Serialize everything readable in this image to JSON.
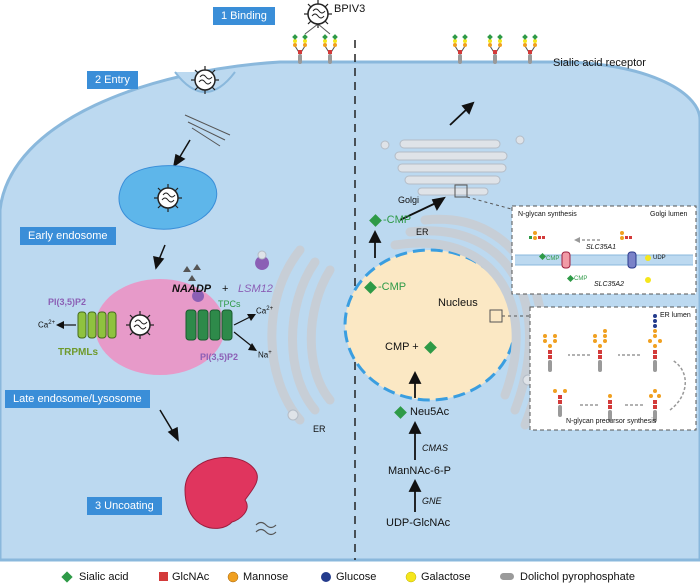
{
  "steps": {
    "binding": "1 Binding",
    "entry": "2 Entry",
    "uncoating": "3 Uncoating",
    "early_endosome": "Early endosome",
    "late_endosome": "Late endosome/Lysosome"
  },
  "labels": {
    "virus": "BPIV3",
    "receptor": "Sialic acid receptor",
    "pi35p2_top": "PI(3,5)P2",
    "pi35p2_bottom": "PI(3,5)P2",
    "trpmls": "TRPMLs",
    "tpcs": "TPCs",
    "naadp": "NAADP",
    "plus": "+",
    "lsm12": "LSM12",
    "ca_left": "Ca",
    "ca_left_sup": "2+",
    "ca_right": "Ca",
    "ca_right_sup": "2+",
    "na": "Na",
    "na_sup": "+",
    "er_left": "ER",
    "er_right": "ER",
    "nucleus": "Nucleus",
    "golgi": "Golgi",
    "cmp_top": "-CMP",
    "cmp_mid": "-CMP",
    "cmp_plus": "CMP +",
    "neu5ac": "Neu5Ac",
    "cmas": "CMAS",
    "mannac": "ManNAc-6-P",
    "gne": "GNE",
    "udp": "UDP-GlcNAc"
  },
  "inset_golgi": {
    "title": "N-glycan synthesis",
    "lumen": "Golgi lumen",
    "cmp_a": "CMP",
    "cmp_b": "CMP",
    "slc35a1": "SLC35A1",
    "slc35a2": "SLC35A2",
    "udp": "UDP"
  },
  "inset_er": {
    "lumen": "ER lumen",
    "caption": "N-glycan precursor synthesis"
  },
  "legend": [
    {
      "label": "Sialic acid",
      "shape": "diamond",
      "color": "#2e9a47"
    },
    {
      "label": "GlcNAc",
      "shape": "square",
      "color": "#d33a3a"
    },
    {
      "label": "Mannose",
      "shape": "circle",
      "color": "#f0a020"
    },
    {
      "label": "Glucose",
      "shape": "circle",
      "color": "#233b8c"
    },
    {
      "label": "Galactose",
      "shape": "circle",
      "color": "#f5e61c"
    },
    {
      "label": "Dolichol pyrophosphate",
      "shape": "pill",
      "color": "#9a9a9a"
    }
  ],
  "colors": {
    "cell": "#bcd9f0",
    "cell_border": "#8ab8dc",
    "early_endosome": "#5eb6ea",
    "late_endosome": "#e79ac9",
    "lysosome": "#e0355e",
    "nucleus": "#fbe8c4",
    "er": "#dfe3e8",
    "step_box": "#3a8ed8",
    "trpml": "#8fc23f",
    "tpc": "#2e8a4a"
  }
}
